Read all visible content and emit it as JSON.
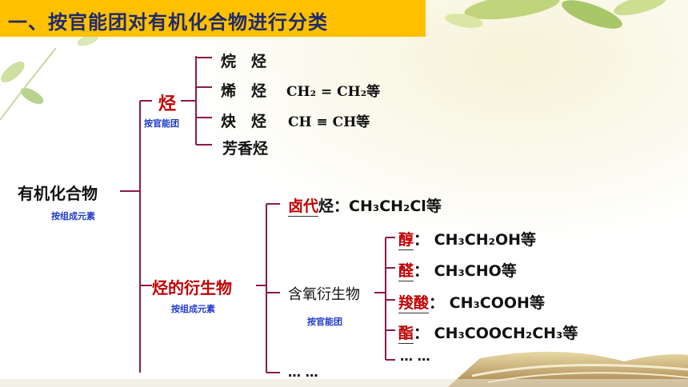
{
  "title": "一、按官能团对有机化合物进行分类",
  "root": {
    "label": "有机化合物",
    "note": "按组成元素"
  },
  "hydrocarbon": {
    "label": "烃",
    "note": "按官能团",
    "items": [
      {
        "name": "烷　烃",
        "formula": ""
      },
      {
        "name": "烯　烃",
        "formula": "CH₂ = CH₂等"
      },
      {
        "name": "炔　烃",
        "formula": "CH ≡ CH等"
      },
      {
        "name": "芳香烃",
        "formula": ""
      }
    ]
  },
  "derivative": {
    "label": "烃的衍生物",
    "note": "按组成元素",
    "halo": {
      "blank": "卤代",
      "rest": "烃：",
      "formula": "CH₃CH₂Cl等"
    },
    "oxygen": {
      "label": "含氧衍生物",
      "note": "按官能团"
    },
    "oxy_items": [
      {
        "blank": "醇",
        "formula": "：  CH₃CH₂OH等"
      },
      {
        "blank": "醛",
        "formula": "：  CH₃CHO等"
      },
      {
        "blank": "羧酸",
        "formula": "：  CH₃COOH等"
      },
      {
        "blank": "酯",
        "formula": "：  CH₃COOCH₂CH₃等"
      }
    ],
    "oxy_more": "…  …",
    "more": "…  …"
  }
}
